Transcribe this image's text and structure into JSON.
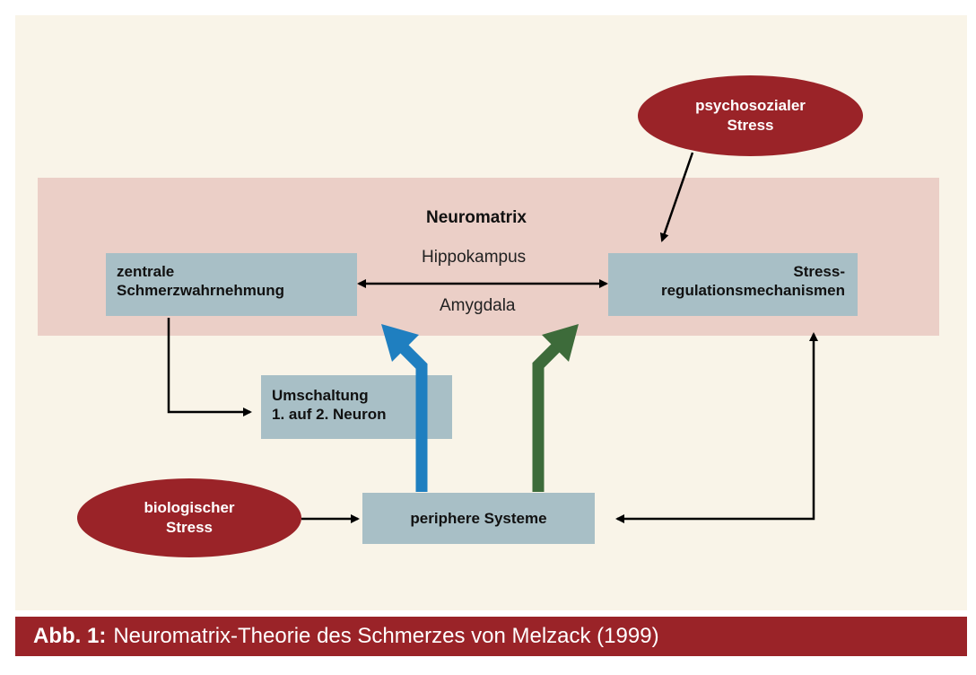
{
  "diagram": {
    "neuromatrix_title": "Neuromatrix",
    "hippocampus": "Hippokampus",
    "amygdala": "Amygdala",
    "zentrale": {
      "line1": "zentrale",
      "line2": "Schmerzwahrnehmung"
    },
    "stress_regulation": {
      "line1": "Stress-",
      "line2": "regulationsmechanismen"
    },
    "umschaltung": {
      "line1": "Umschaltung",
      "line2": "1. auf 2. Neuron"
    },
    "periphere": "periphere Systeme",
    "psychosozial": {
      "line1": "psychosozialer",
      "line2": "Stress"
    },
    "biologisch": {
      "line1": "biologischer",
      "line2": "Stress"
    }
  },
  "caption": {
    "label": "Abb. 1:",
    "text": "Neuromatrix-Theorie des Schmerzes von Melzack (1999)"
  },
  "colors": {
    "background": "#f9f4e8",
    "neuromatrix_band": "#ebcfc7",
    "box": "#a8bfc6",
    "ellipse": "#9a2328",
    "blue_arrow": "#1f7fc0",
    "green_arrow": "#3d6b3a",
    "caption_bar": "#9a2328"
  }
}
